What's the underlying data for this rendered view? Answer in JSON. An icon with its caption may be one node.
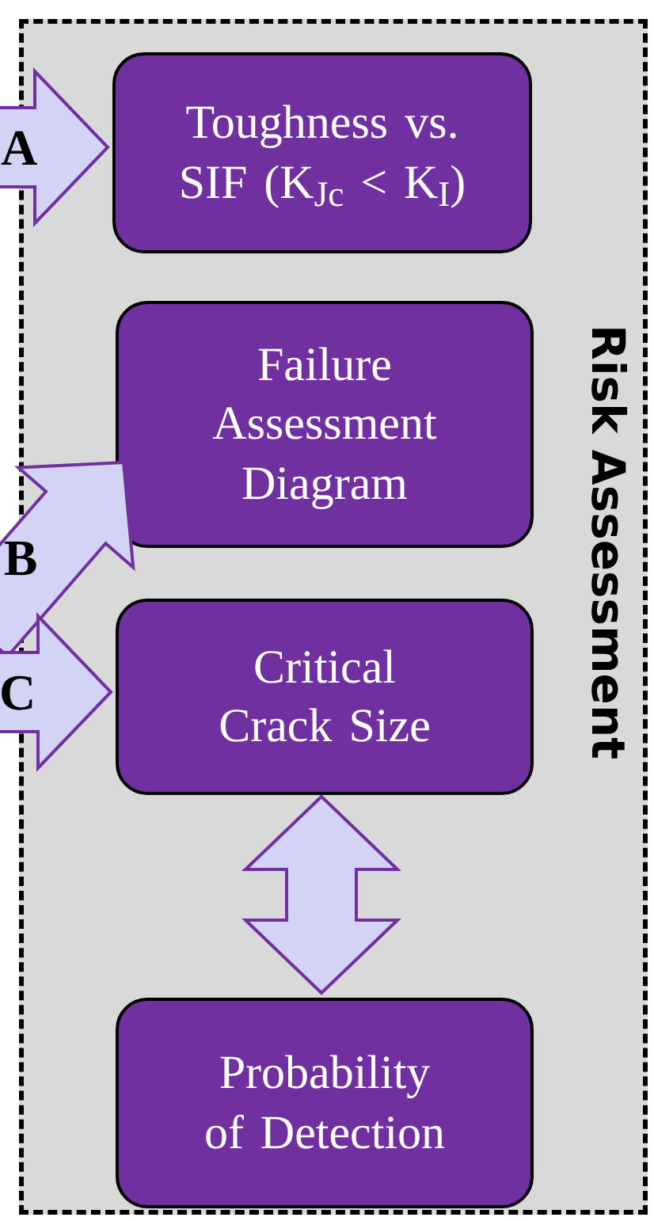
{
  "diagram": {
    "nodes": [
      {
        "text": [
          "Risk Assessment"
        ]
      },
      {
        "text": [
          "Toughness vs. SIF (K$_{Jc}$ < K$_{I}$)"
        ],
        "in": 0
      },
      {
        "text": [
          "Failure Assessment Diagram"
        ],
        "in": 0
      },
      {
        "text": [
          "Critical Crack Size"
        ],
        "in": 0
      },
      {
        "text": [
          "Probability of Detection"
        ],
        "in": 0
      }
    ],
    "edges": [
      {
        "from": null,
        "to": 1,
        "arrow": "to",
        "label": "A"
      },
      {
        "from": null,
        "to": 2,
        "arrow": "to",
        "label": "B"
      },
      {
        "from": null,
        "to": 3,
        "arrow": "to",
        "label": "C"
      },
      {
        "from": 3,
        "to": 4,
        "arrow": "both"
      }
    ]
  }
}
